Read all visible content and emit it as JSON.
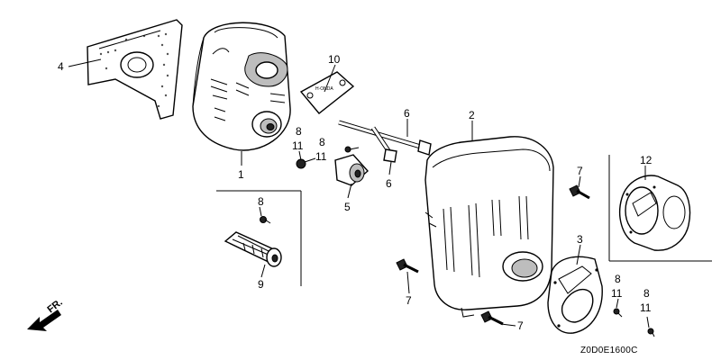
{
  "diagram": {
    "drawing_code": "Z0D0E1600C",
    "direction_label": "FR.",
    "callouts": {
      "p1": "1",
      "p2": "2",
      "p3": "3",
      "p4": "4",
      "p5": "5",
      "p6a": "6",
      "p6b": "6",
      "p7a": "7",
      "p7b": "7",
      "p7c": "7",
      "p8a": "8",
      "p8b": "8",
      "p8c": "8",
      "p8d": "8",
      "p8e": "8",
      "p9": "9",
      "p10": "10",
      "p11a": "11",
      "p11b": "11",
      "p11c": "11",
      "p11d": "11",
      "p12": "12"
    }
  }
}
